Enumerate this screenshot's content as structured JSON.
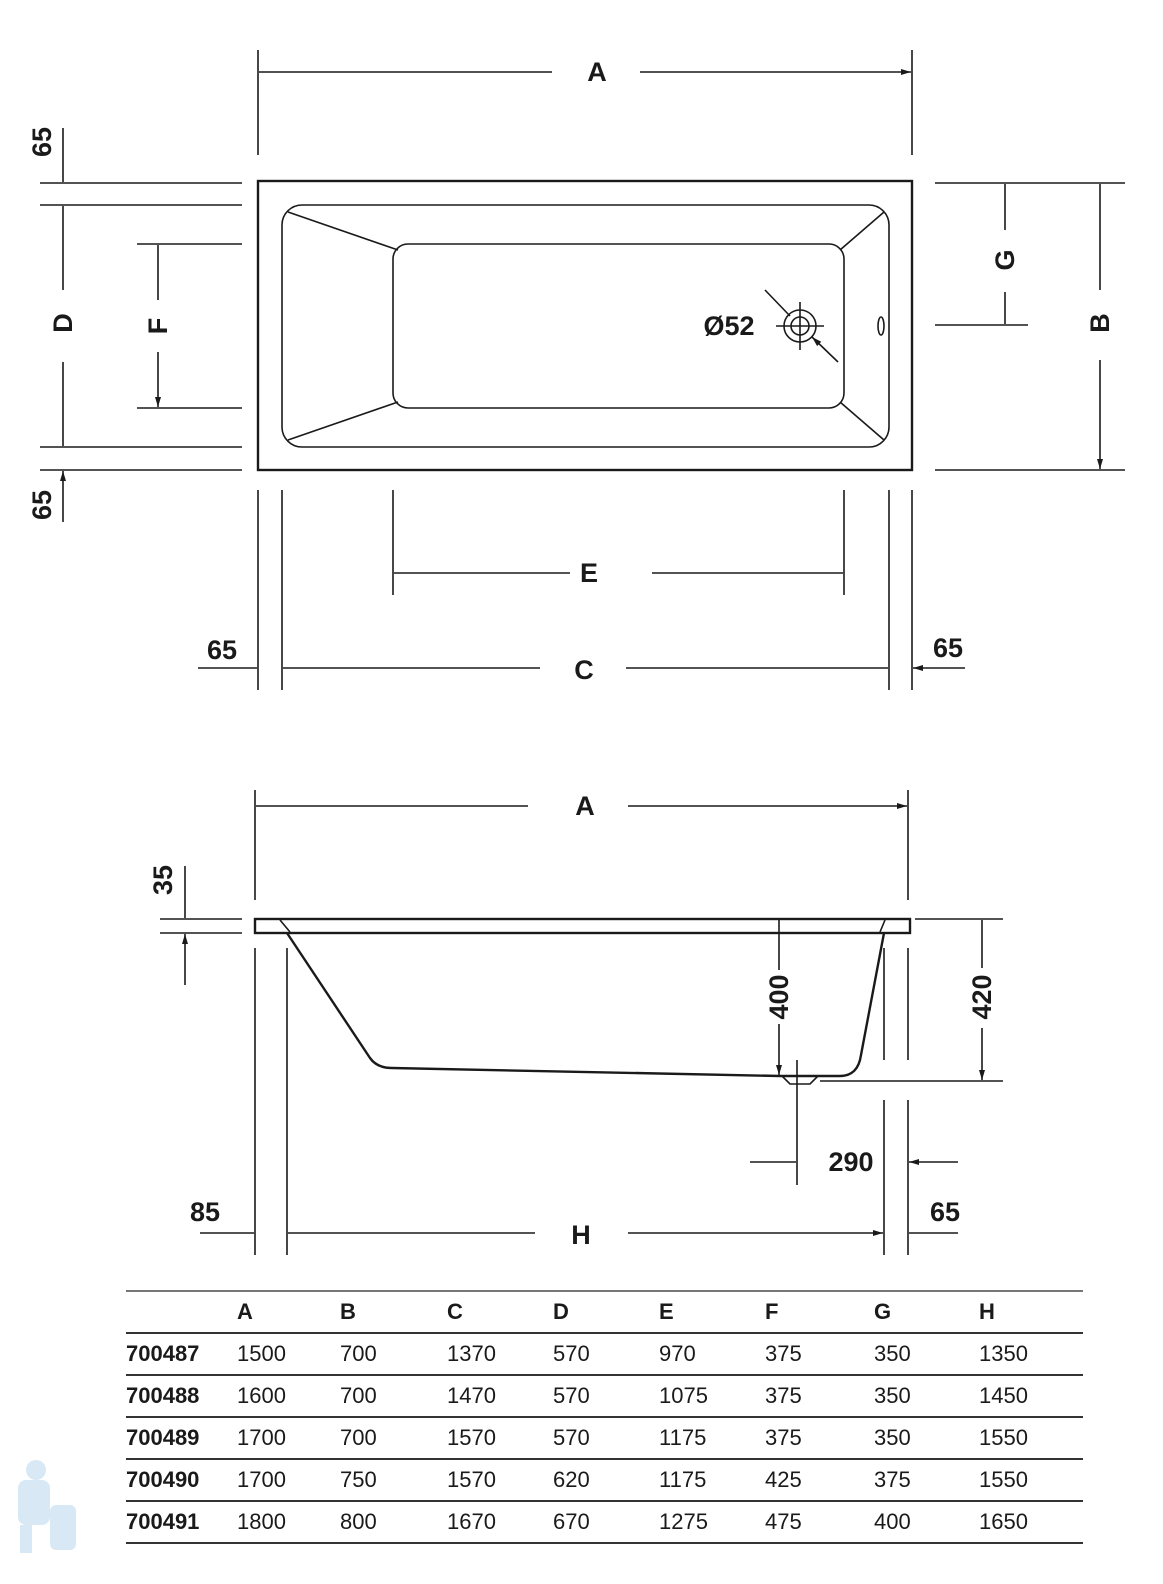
{
  "top_view": {
    "dim_A": "A",
    "dim_B": "B",
    "dim_C": "C",
    "dim_D": "D",
    "dim_E": "E",
    "dim_F": "F",
    "dim_G": "G",
    "rim_top": "65",
    "rim_bottom": "65",
    "rim_left": "65",
    "rim_right": "65",
    "drain_diameter": "Ø52"
  },
  "side_view": {
    "dim_A": "A",
    "dim_H": "H",
    "rim_thickness": "35",
    "inner_depth": "400",
    "total_height": "420",
    "drain_offset": "290",
    "left_offset": "85",
    "right_offset": "65"
  },
  "table": {
    "headers": [
      "",
      "A",
      "B",
      "C",
      "D",
      "E",
      "F",
      "G",
      "H"
    ],
    "rows": [
      [
        "700487",
        "1500",
        "700",
        "1370",
        "570",
        "970",
        "375",
        "350",
        "1350"
      ],
      [
        "700488",
        "1600",
        "700",
        "1470",
        "570",
        "1075",
        "375",
        "350",
        "1450"
      ],
      [
        "700489",
        "1700",
        "700",
        "1570",
        "570",
        "1175",
        "375",
        "350",
        "1550"
      ],
      [
        "700490",
        "1700",
        "750",
        "1570",
        "620",
        "1175",
        "425",
        "375",
        "1550"
      ],
      [
        "700491",
        "1800",
        "800",
        "1670",
        "670",
        "1275",
        "475",
        "400",
        "1650"
      ]
    ]
  }
}
